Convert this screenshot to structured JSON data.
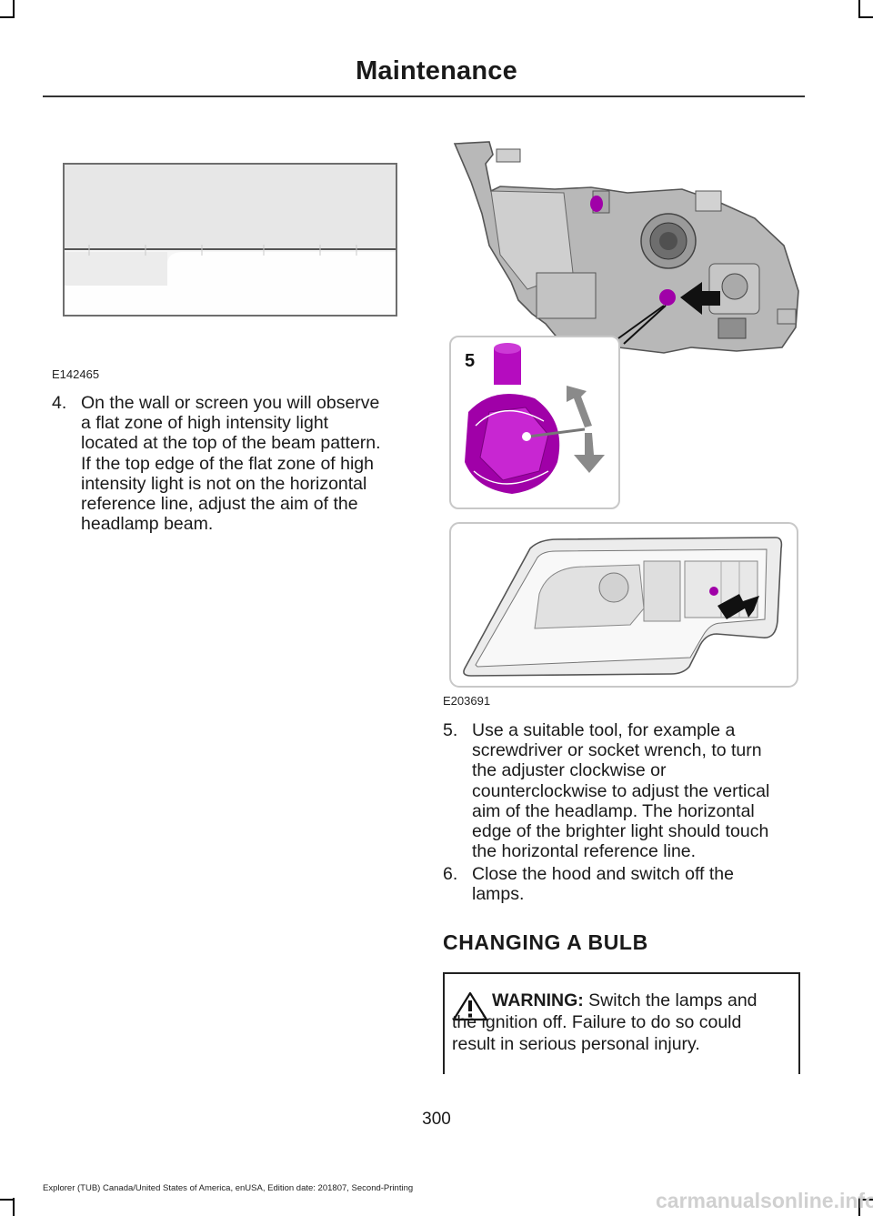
{
  "header": {
    "title": "Maintenance"
  },
  "figures": {
    "beam_pattern": {
      "code": "E142465"
    },
    "headlamp_adjuster": {
      "code": "E203691",
      "callout": "5"
    }
  },
  "steps": [
    {
      "number": "4.",
      "lines": [
        "On the wall or screen you will observe",
        "a flat zone of high intensity light",
        "located at the top of the beam pattern.",
        "If the top edge of the flat zone of high",
        "intensity light is not on the horizontal",
        "reference line, adjust the aim of the",
        "headlamp beam."
      ]
    },
    {
      "number": "5.",
      "lines": [
        "Use a suitable tool, for example a",
        "screwdriver or socket wrench, to turn",
        "the adjuster clockwise or",
        "counterclockwise to adjust the vertical",
        "aim of the headlamp.  The horizontal",
        "edge of the brighter light should touch",
        "the horizontal reference line."
      ]
    },
    {
      "number": "6.",
      "lines": [
        "Close the hood and switch off the",
        "lamps."
      ]
    }
  ],
  "section": {
    "heading": "CHANGING A BULB"
  },
  "warning": {
    "label": "WARNING:",
    "line1": " Switch the lamps and",
    "line2": "the ignition off. Failure to do so could",
    "line3": "result in serious personal injury."
  },
  "page": {
    "number": "300"
  },
  "footer": {
    "text": "Explorer (TUB) Canada/United States of America, enUSA, Edition date: 201807, Second-Printing",
    "watermark": "carmanualsonline.info"
  },
  "colors": {
    "highlight": "#a000a8",
    "outline": "#c8c8c8"
  }
}
